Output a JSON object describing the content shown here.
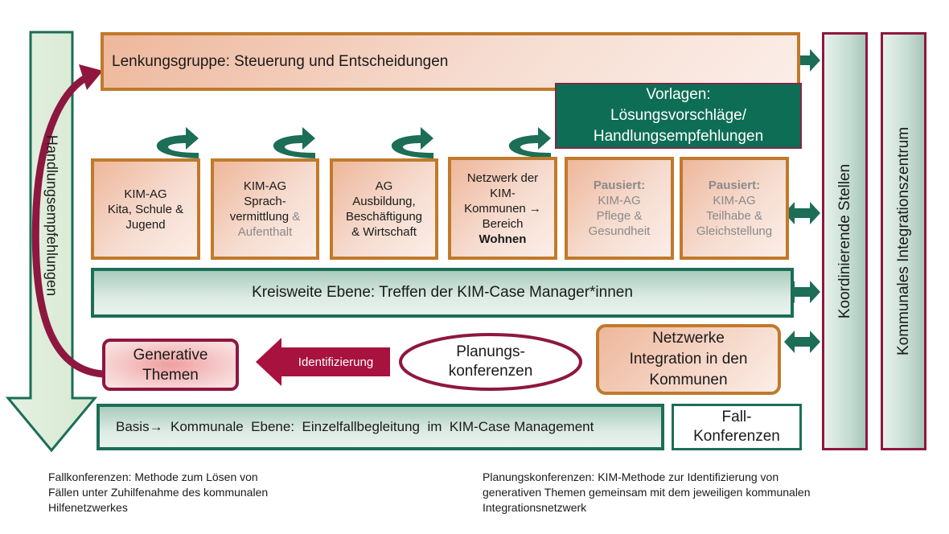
{
  "lenkungsgruppe": "Lenkungsgruppe: Steuerung und Entscheidungen",
  "vorlagen": [
    "Vorlagen:",
    "Lösungsvorschläge/",
    "Handlungsempfehlungen"
  ],
  "handlungsempfehlungen": "Handlungsempfehlungen",
  "koordinierende_stellen": "Koordinierende Stellen",
  "kommunales_integrationszentrum": "Kommunales Integrationszentrum",
  "ag_boxes": [
    {
      "lines": [
        "KIM-AG",
        "Kita, Schule &",
        "Jugend"
      ]
    },
    {
      "lines": [
        "KIM-AG",
        "Sprach-",
        "vermittlung"
      ],
      "grey_suffix": " &",
      "grey_lines": [
        "Aufenthalt"
      ]
    },
    {
      "lines": [
        "AG",
        "Ausbildung,",
        "Beschäftigung",
        "& Wirtschaft"
      ]
    },
    {
      "lines": [
        "Netzwerk der",
        "KIM-",
        "Kommunen →",
        "Bereich"
      ],
      "bold": "Wohnen"
    },
    {
      "status": "Pausiert:",
      "lines": [
        "KIM-AG",
        "Pflege &",
        "Gesundheit"
      ]
    },
    {
      "status": "Pausiert:",
      "lines": [
        "KIM-AG",
        "Teilhabe &",
        "Gleichstellung"
      ]
    }
  ],
  "kreisweite_ebene": "Kreisweite Ebene: Treffen der KIM-Case Manager*innen",
  "netzwerke": [
    "Netzwerke",
    "Integration in den",
    "Kommunen"
  ],
  "planungskonferenzen": [
    "Planungs-",
    "konferenzen"
  ],
  "identifizierung": "Identifizierung",
  "generative_themen": [
    "Generative",
    "Themen"
  ],
  "basis": "Basis→  Kommunale  Ebene:  Einzelfallbegleitung  im  KIM-Case Management",
  "fallkonferenzen": [
    "Fall-",
    "Konferenzen"
  ],
  "footnotes": {
    "left": [
      "Fallkonferenzen: Methode zum Lösen von",
      "Fällen unter Zuhilfenahme des kommunalen",
      "Hilfenetzwerkes"
    ],
    "right": [
      "Planungskonferenzen: KIM-Methode zur Identifizierung von",
      "generativen Themen gemeinsam mit dem jeweiligen kommunalen",
      "Integrationsnetzwerk"
    ]
  },
  "colors": {
    "green": "#1c6e56",
    "dark_green_fill": "#0e6e55",
    "maroon": "#8e1740",
    "orange_border": "#c07a2b"
  }
}
